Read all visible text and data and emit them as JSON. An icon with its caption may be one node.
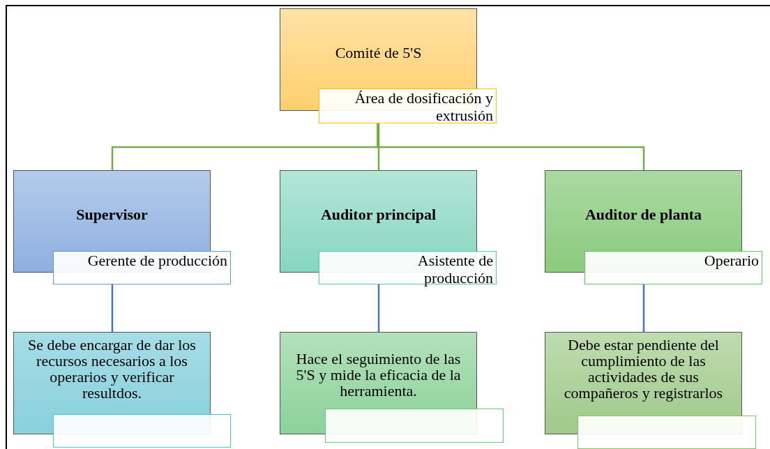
{
  "diagram": {
    "nodes": [
      {
        "text": [
          "Comité de 5'S"
        ]
      },
      {
        "text": [
          "Área de dosificación y extrusión"
        ]
      },
      {
        "text": [
          "Supervisor"
        ]
      },
      {
        "text": [
          "Gerente de producción"
        ]
      },
      {
        "text": [
          "Auditor principal"
        ]
      },
      {
        "text": [
          "Asistente de producción"
        ]
      },
      {
        "text": [
          "Auditor de planta"
        ]
      },
      {
        "text": [
          "Operario"
        ]
      },
      {
        "text": [
          "Se debe encargar de dar los recursos necesarios a los operarios y verificar resultdos."
        ]
      },
      {
        "text": [],
        "shape": "box"
      },
      {
        "text": [
          "Hace el seguimiento de las 5'S y mide la eficacia de la herramienta."
        ]
      },
      {
        "text": [],
        "shape": "box"
      },
      {
        "text": [
          "Debe estar pendiente del cumplimiento de las actividades de sus compañeros y registrarlos"
        ]
      },
      {
        "text": [],
        "shape": "box"
      }
    ],
    "edges": [
      {
        "from": 1,
        "to": 2,
        "arrow": "none",
        "color": "#70ad47"
      },
      {
        "from": 1,
        "to": 4,
        "arrow": "none",
        "color": "#70ad47"
      },
      {
        "from": 1,
        "to": 6,
        "arrow": "none",
        "color": "#70ad47"
      },
      {
        "from": 3,
        "to": 8,
        "arrow": "none",
        "color": "#4472c4"
      },
      {
        "from": 5,
        "to": 10,
        "arrow": "none",
        "color": "#4472c4"
      },
      {
        "from": 7,
        "to": 12,
        "arrow": "none",
        "color": "#4472c4"
      }
    ]
  }
}
